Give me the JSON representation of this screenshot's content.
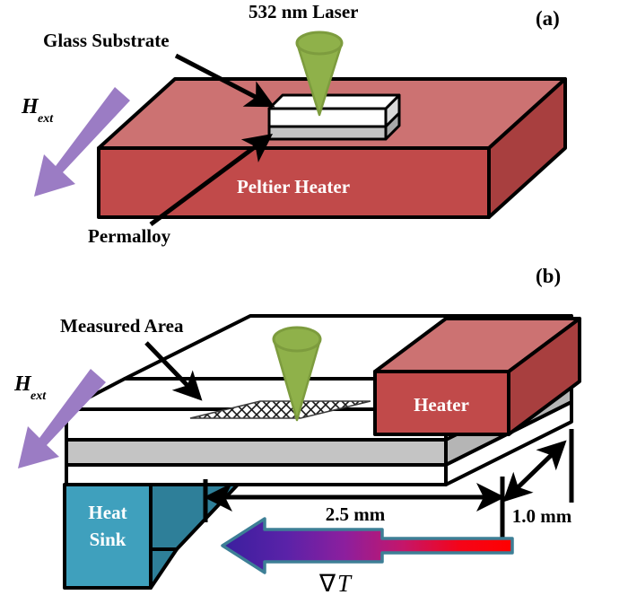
{
  "figure": {
    "title": "Experimental setup schematic",
    "background": "#ffffff"
  },
  "panels": [
    {
      "id": "a",
      "label": "(a)",
      "labels": {
        "laser": "532 nm Laser",
        "glass_substrate": "Glass Substrate",
        "permalloy": "Permalloy",
        "block": "Peltier Heater",
        "field_symbol": "H",
        "field_subscript": "ext"
      }
    },
    {
      "id": "b",
      "label": "(b)",
      "labels": {
        "measured_area": "Measured Area",
        "heater": "Heater",
        "heat_sink_line1": "Heat",
        "heat_sink_line2": "Sink",
        "length_dimension": "2.5 mm",
        "height_dimension": "1.0 mm",
        "gradient_symbol": "∇",
        "gradient_variable": "T",
        "field_symbol": "H",
        "field_subscript": "ext"
      }
    }
  ],
  "colors": {
    "peltier_top": "#cc7272",
    "peltier_front": "#c14a4a",
    "peltier_side": "#a83f3f",
    "heater_top": "#cc7272",
    "heater_front": "#c14a4a",
    "heater_side": "#a83f3f",
    "glass_white": "#ffffff",
    "permalloy_grey": "#c4c4c4",
    "permalloy_grey_dark": "#a8a8a8",
    "laser_green": "#8fb14a",
    "laser_green_dark": "#7d9c3e",
    "field_arrow_purple": "#9b7cc4",
    "heat_sink_front": "#3fa0bd",
    "heat_sink_side": "#2e7f99",
    "gradient_hot": "#ff0000",
    "gradient_mid": "#b0217a",
    "gradient_cold": "#3a1f9e",
    "gradient_outline": "#3d7f96",
    "outline": "#000000",
    "text": "#000000",
    "text_on_block": "#ffffff"
  },
  "geometry_notes": {
    "panel_a_block": "isometric slab, top face light red, front face dark red, right side darkest",
    "panel_b_block": "white glass slab over grey permalloy layer, teal heat sink at left, red heater block at right",
    "measured_area": "cross-hatched parallelogram on top surface",
    "laser": "green inverted cone with elliptical top"
  }
}
